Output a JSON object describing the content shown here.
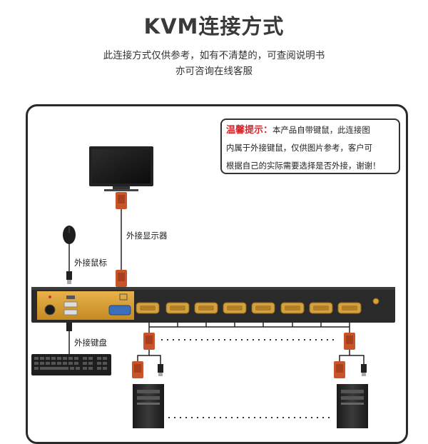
{
  "header": {
    "title": "KVM连接方式",
    "subtitle_line1": "此连接方式仅供参考，如有不清楚的，可查阅说明书",
    "subtitle_line2": "亦可咨询在线客服"
  },
  "tip": {
    "heading": "温馨提示：",
    "line1": "本产品自带键鼠，此连接图",
    "line2": "内属于外接键鼠，仅供图片参考，客户可",
    "line3": "根据自己的实际需要选择是否外接，谢谢！"
  },
  "labels": {
    "monitor": "外接显示器",
    "mouse": "外接鼠标",
    "keyboard": "外接键盘"
  },
  "colors": {
    "vga_orange": "#c8552a",
    "port_gold": "#d4a040",
    "panel_gold": "#d99b2b",
    "tip_red": "#d8232a"
  }
}
